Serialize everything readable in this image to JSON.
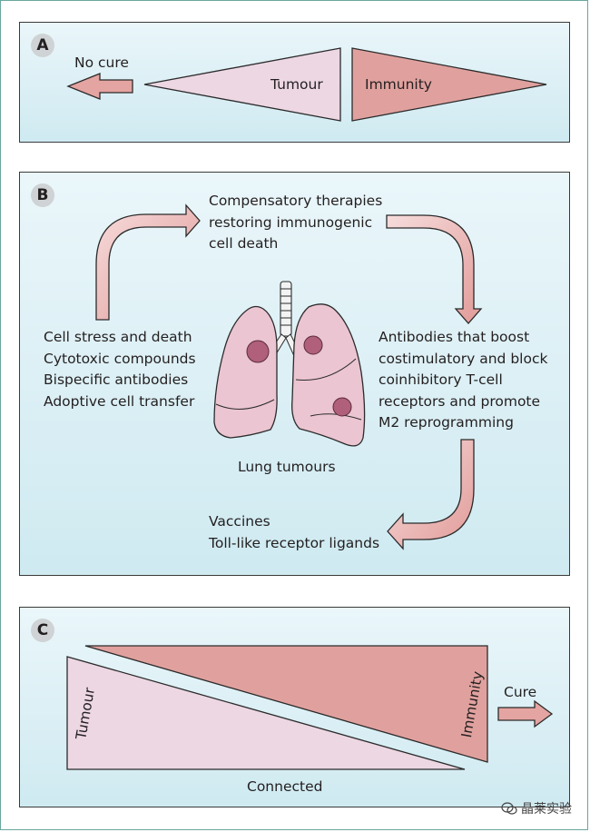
{
  "panel_a": {
    "letter": "A",
    "no_cure": "No cure",
    "tumour": "Tumour",
    "immunity": "Immunity"
  },
  "panel_b": {
    "letter": "B",
    "top_text": [
      "Compensatory therapies",
      "restoring immunogenic",
      "cell death"
    ],
    "left_text": [
      "Cell stress and death",
      "Cytotoxic compounds",
      "Bispecific antibodies",
      "Adoptive cell transfer"
    ],
    "right_text": [
      "Antibodies that boost",
      "costimulatory and block",
      "coinhibitory T-cell",
      "receptors and promote",
      "M2 reprogramming"
    ],
    "bottom_text": [
      "Vaccines",
      "Toll-like receptor ligands"
    ],
    "center_label": "Lung tumours"
  },
  "panel_c": {
    "letter": "C",
    "tumour": "Tumour",
    "immunity": "Immunity",
    "cure": "Cure",
    "connected": "Connected"
  },
  "colors": {
    "tumour_fill": "#ecd7e3",
    "immunity_fill": "#e0a19e",
    "arrow_fill": "#e4a4a1",
    "lung_fill": "#ebc5d1",
    "tumour_nodule": "#b0607a"
  },
  "watermark": "晶莱实验"
}
